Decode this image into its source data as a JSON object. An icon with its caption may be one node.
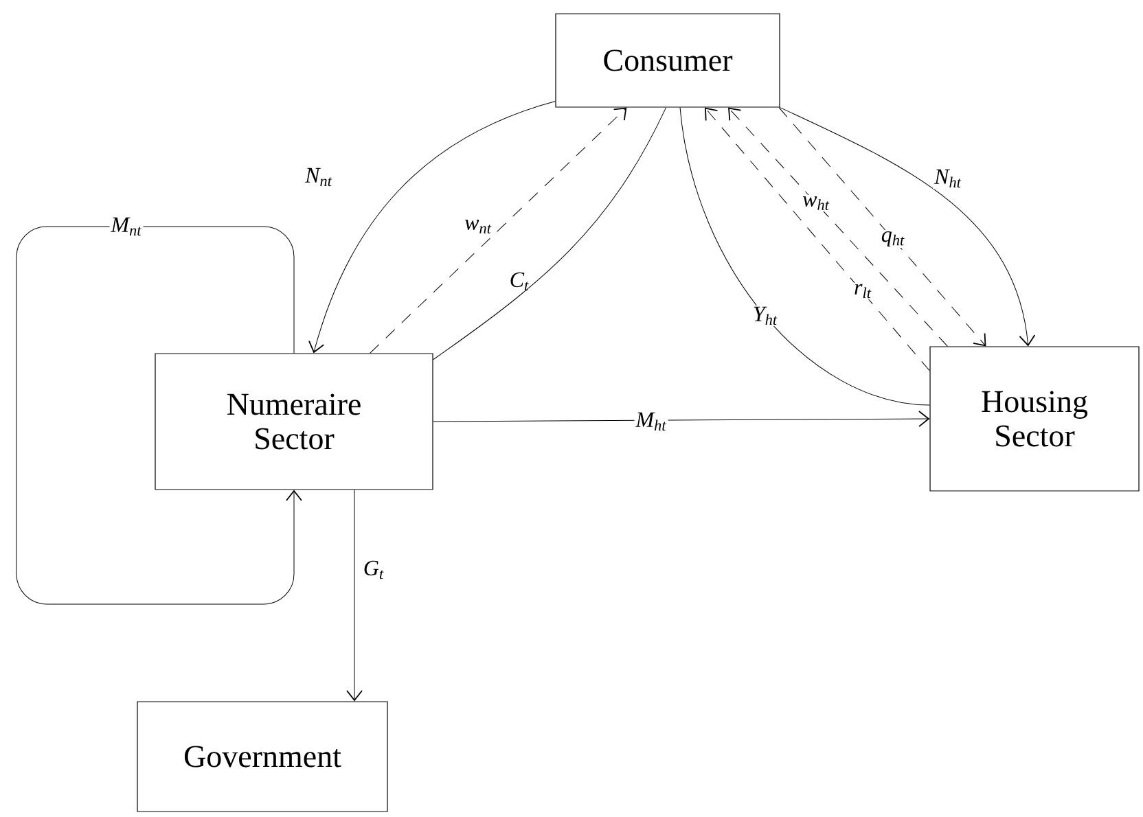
{
  "diagram": {
    "nodes": [
      {
        "text": [
          "Consumer"
        ]
      },
      {
        "text": [
          "Numeraire Sector"
        ]
      },
      {
        "text": [
          "Housing Sector"
        ]
      },
      {
        "text": [
          "Government"
        ]
      }
    ],
    "edges": [
      {
        "from": 0,
        "to": 1,
        "arrow": "to",
        "label": "N$_{nt}$"
      },
      {
        "from": 1,
        "to": 0,
        "arrow": "to",
        "label": "w$_{nt}$",
        "style": "dashed"
      },
      {
        "from": 1,
        "to": 0,
        "arrow": "none",
        "label": "C$_{t}$"
      },
      {
        "from": 2,
        "to": 0,
        "arrow": "none",
        "label": "Y$_{ht}$"
      },
      {
        "from": 2,
        "to": 0,
        "arrow": "to",
        "label": "r$_{lt}$",
        "style": "dashed"
      },
      {
        "from": 2,
        "to": 0,
        "arrow": "to",
        "label": "w$_{ht}$",
        "style": "dashed"
      },
      {
        "from": 0,
        "to": 2,
        "arrow": "to",
        "label": "q$_{ht}$",
        "style": "dashed"
      },
      {
        "from": 0,
        "to": 2,
        "arrow": "to",
        "label": "N$_{ht}$"
      },
      {
        "from": 1,
        "to": 2,
        "arrow": "to",
        "label": "M$_{ht}$"
      },
      {
        "from": 1,
        "to": 1,
        "arrow": "to",
        "label": "M$_{nt}$"
      },
      {
        "from": 1,
        "to": 3,
        "arrow": "to",
        "label": "G$_{t}$"
      }
    ]
  }
}
